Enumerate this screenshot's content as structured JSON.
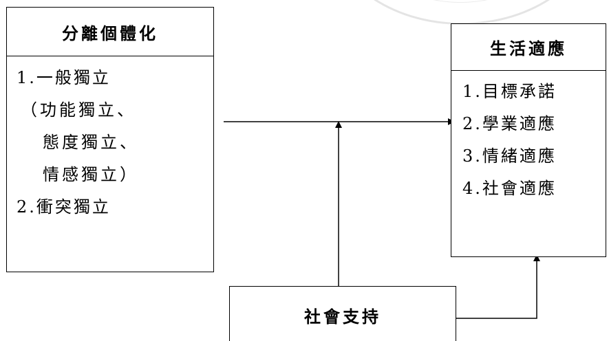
{
  "left_box": {
    "title": "分離個體化",
    "items": [
      "1.一般獨立",
      "（功能獨立、",
      "態度獨立、",
      "情感獨立）",
      "2.衝突獨立"
    ]
  },
  "right_box": {
    "title": "生活適應",
    "items": [
      "1.目標承諾",
      "2.學業適應",
      "3.情緒適應",
      "4.社會適應"
    ]
  },
  "bottom_box": {
    "title": "社會支持"
  }
}
